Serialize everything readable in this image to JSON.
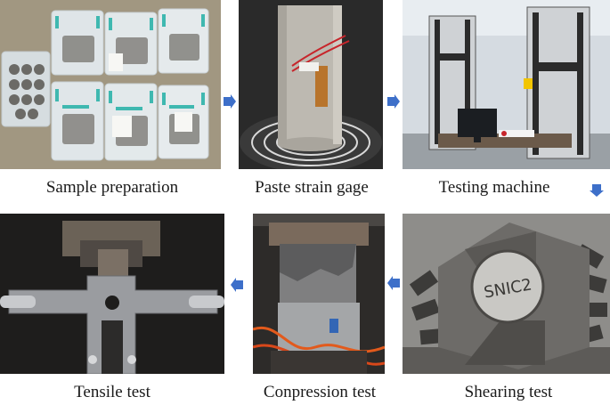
{
  "steps": [
    {
      "label": "Sample preparation"
    },
    {
      "label": "Paste strain gage"
    },
    {
      "label": "Testing machine"
    },
    {
      "label": "Shearing test"
    },
    {
      "label": "Conpression test"
    },
    {
      "label": "Tensile test"
    }
  ],
  "sample_labels": {
    "shear_sample": "SNIC2"
  },
  "colors": {
    "arrow": "#3d6fc9",
    "box_lid_clip": "#3fb8b0",
    "steel": "#8c8f93",
    "rock": "#b9b6ae",
    "background": "#ffffff"
  }
}
